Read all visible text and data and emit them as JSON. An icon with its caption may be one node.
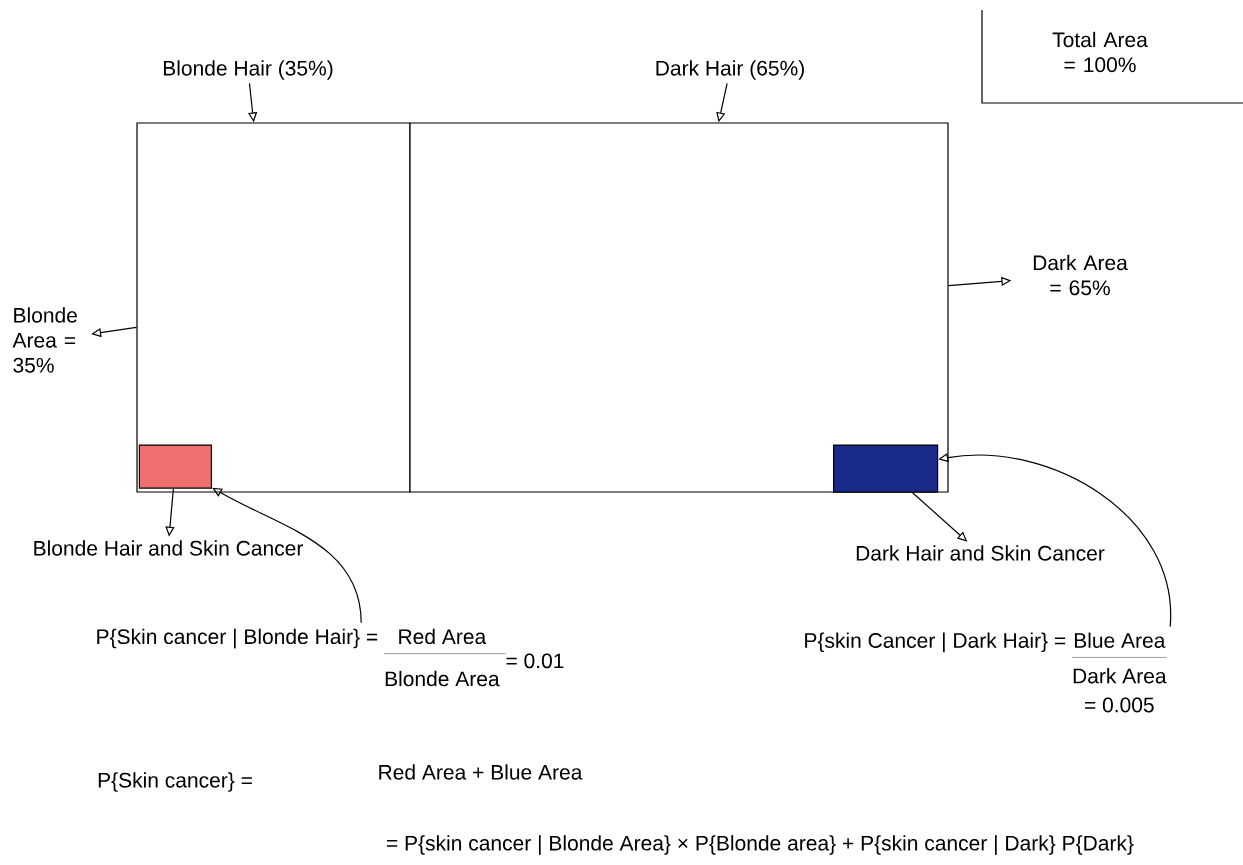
{
  "diagram": {
    "nodes": [
      {
        "text": [],
        "shape": "box"
      },
      {
        "text": [],
        "shape": "box"
      },
      {
        "text": [],
        "shape": "box",
        "in": 0
      },
      {
        "text": [],
        "shape": "box",
        "in": 1
      },
      {
        "text": [
          "Blonde Hair (35%)"
        ]
      },
      {
        "text": [
          "Dark Hair (65%)"
        ]
      },
      {
        "text": [
          "Blonde Area = 35%"
        ]
      },
      {
        "text": [
          "Dark Area = 65%"
        ]
      },
      {
        "text": [
          "Blonde Hair and Skin Cancer"
        ]
      },
      {
        "text": [
          "Dark Hair and Skin Cancer"
        ]
      },
      {
        "text": [
          "Total Area = 100%"
        ]
      },
      {
        "text": [
          "P{Skin cancer | Blonde Hair} =",
          "Red Area",
          "Blonde Area",
          "= 0.01"
        ]
      },
      {
        "text": [
          "P{skin Cancer | Dark Hair} =",
          "Blue Area",
          "Dark Area",
          "= 0.005"
        ]
      }
    ],
    "edges": [
      {
        "from": 4,
        "to": 0,
        "arrow": "to"
      },
      {
        "from": 5,
        "to": 1,
        "arrow": "to"
      },
      {
        "from": 0,
        "to": 6,
        "arrow": "to"
      },
      {
        "from": 1,
        "to": 7,
        "arrow": "to"
      },
      {
        "from": 2,
        "to": 8,
        "arrow": "to"
      },
      {
        "from": 3,
        "to": 9,
        "arrow": "to"
      },
      {
        "from": 11,
        "to": 2,
        "arrow": "to"
      },
      {
        "from": 12,
        "to": 3,
        "arrow": "to"
      }
    ],
    "labels": [
      "P{Skin cancer} =",
      "Red Area + Blue Area",
      "= P{skin cancer | Blonde Area} × P{Blonde area} + P{skin cancer | Dark} P{Dark}"
    ]
  }
}
